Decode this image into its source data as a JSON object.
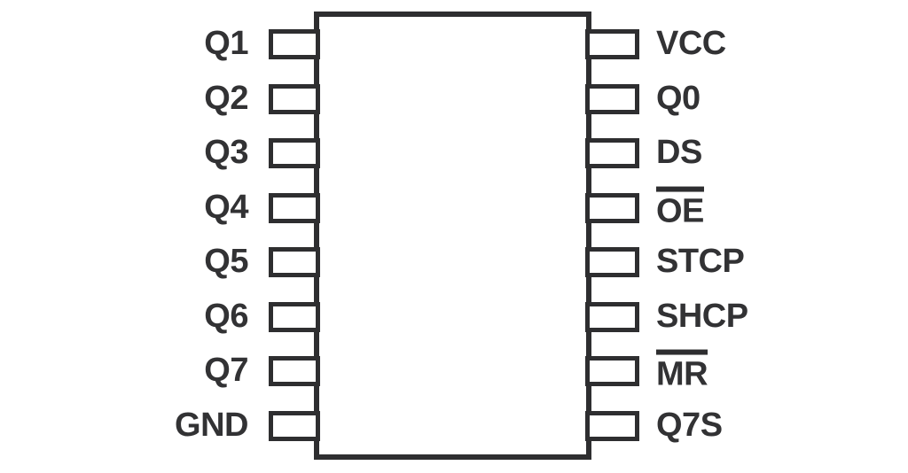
{
  "diagram": {
    "type": "ic-pinout",
    "pin_count": 16,
    "left_pins": [
      {
        "label": "Q1",
        "overline": false
      },
      {
        "label": "Q2",
        "overline": false
      },
      {
        "label": "Q3",
        "overline": false
      },
      {
        "label": "Q4",
        "overline": false
      },
      {
        "label": "Q5",
        "overline": false
      },
      {
        "label": "Q6",
        "overline": false
      },
      {
        "label": "Q7",
        "overline": false
      },
      {
        "label": "GND",
        "overline": false
      }
    ],
    "right_pins": [
      {
        "label": "VCC",
        "overline": false
      },
      {
        "label": "Q0",
        "overline": false
      },
      {
        "label": "DS",
        "overline": false
      },
      {
        "label": "OE",
        "overline": true
      },
      {
        "label": "STCP",
        "overline": false
      },
      {
        "label": "SHCP",
        "overline": false
      },
      {
        "label": "MR",
        "overline": true
      },
      {
        "label": "Q7S",
        "overline": false
      }
    ]
  },
  "colors": {
    "stroke": "#2e2e30",
    "text": "#323234",
    "background": "#ffffff"
  }
}
